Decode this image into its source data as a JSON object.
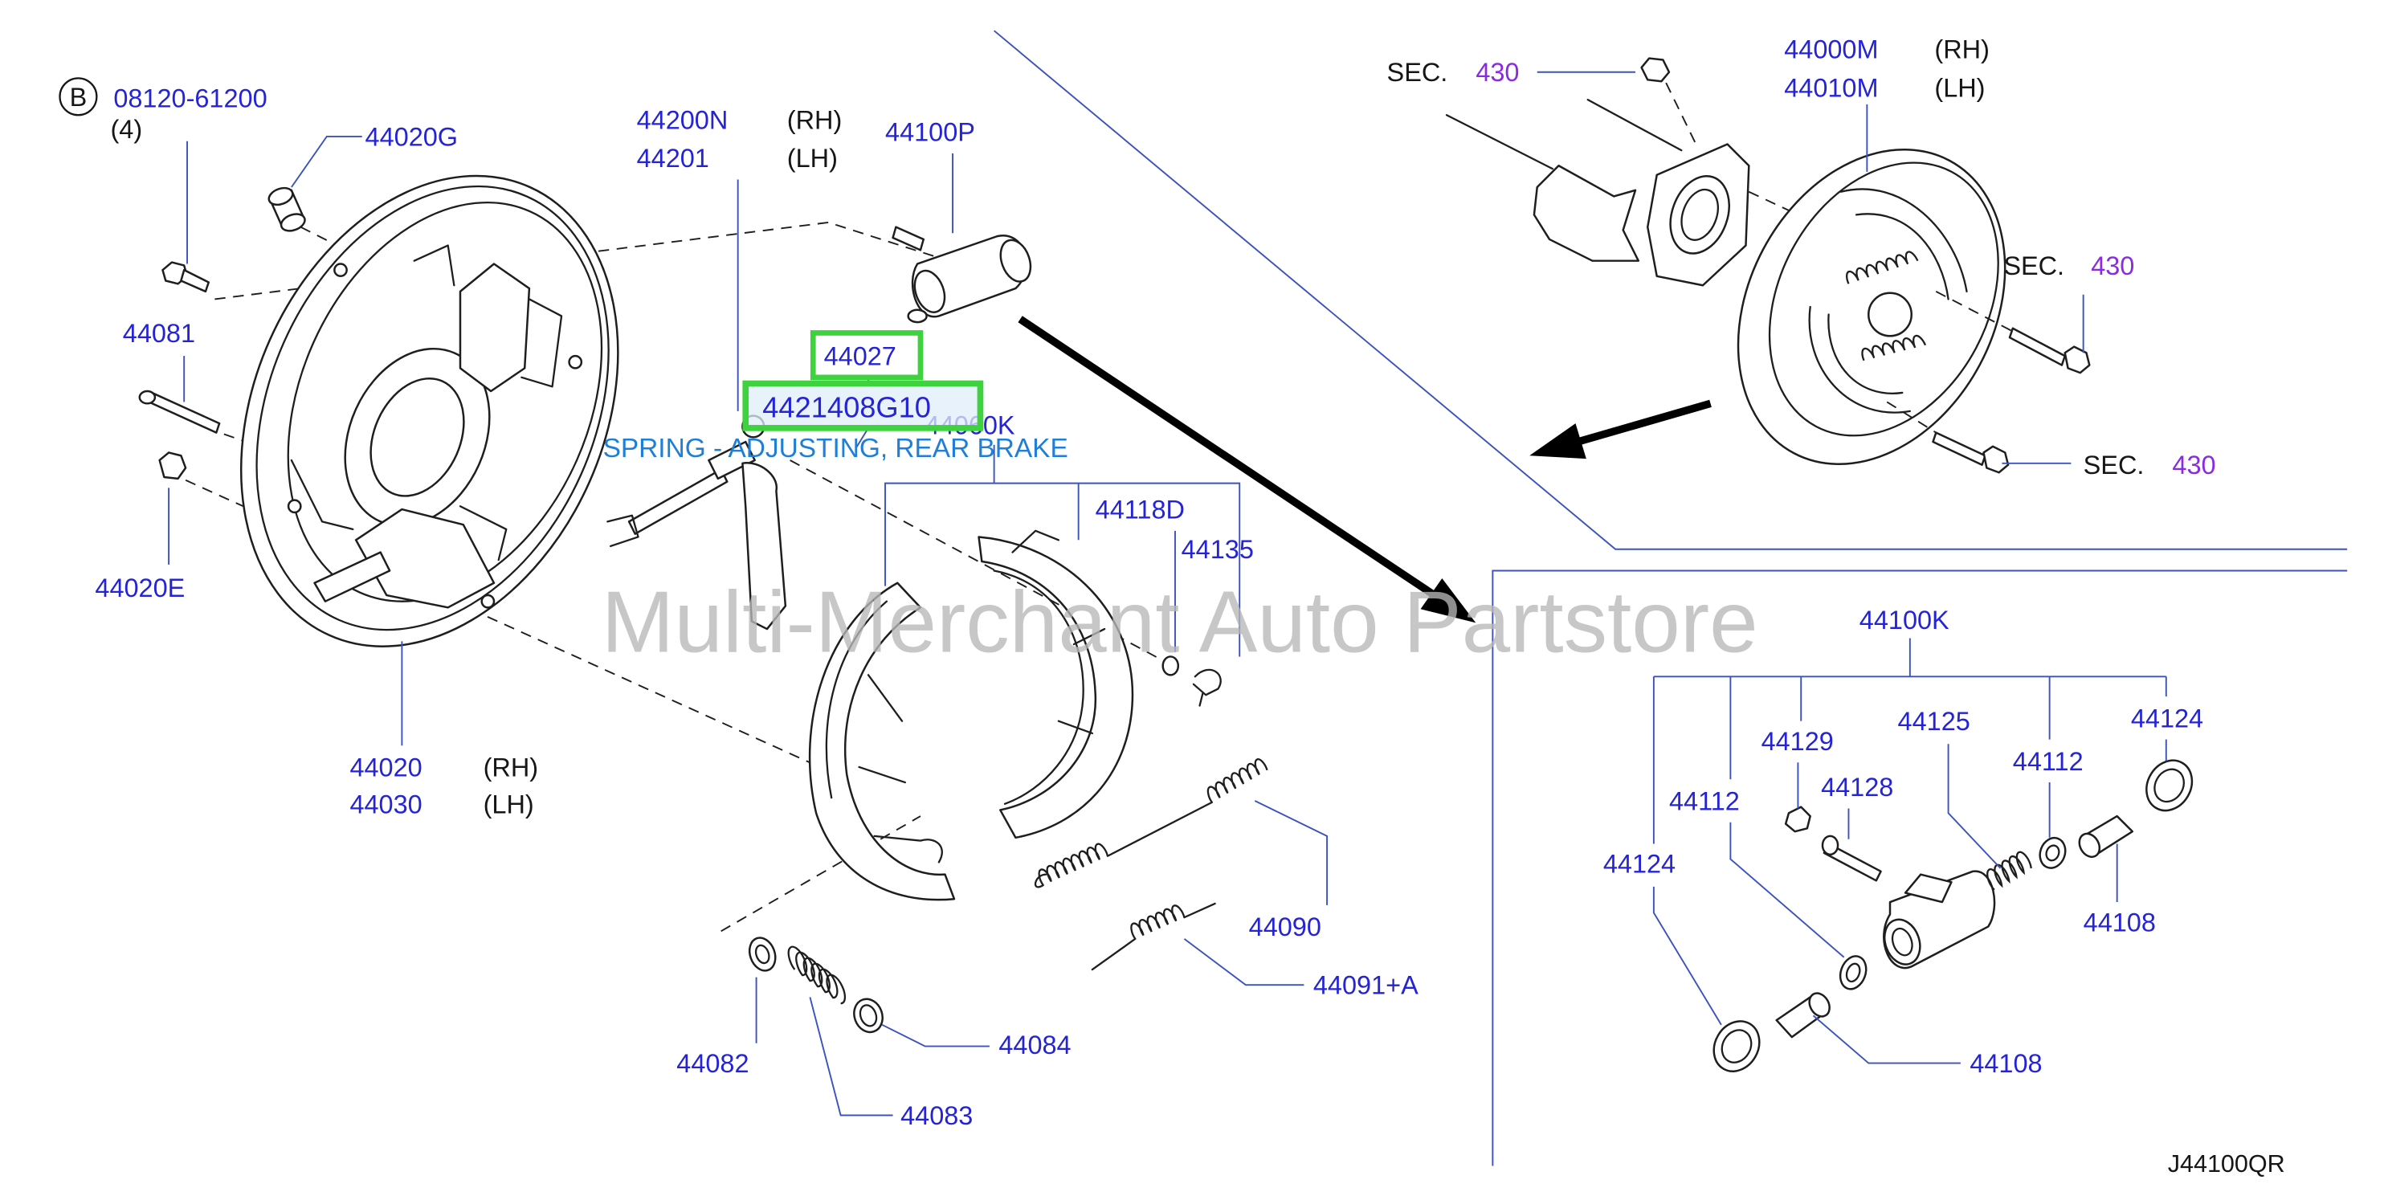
{
  "diagram": {
    "code": "J44100QR",
    "watermark": "Multi-Merchant Auto Partstore"
  },
  "highlight": {
    "part_44027": "44027",
    "selected_part_number": "4421408G10",
    "selected_description": "SPRING - ADJUSTING, REAR BRAKE"
  },
  "callouts": {
    "bolt_badge": "B",
    "bolt_part": "08120-61200",
    "bolt_qty": "(4)",
    "clip": "44020G",
    "adjuster_rh": "44200N",
    "adjuster_rh_side": "(RH)",
    "adjuster_lh": "44201",
    "adjuster_lh_side": "(LH)",
    "wheel_cylinder": "44100P",
    "pin": "44081",
    "nut": "44020E",
    "plate_rh": "44020",
    "plate_rh_side": "(RH)",
    "plate_lh": "44030",
    "plate_lh_side": "(LH)",
    "shoe_set": "44060K",
    "washer": "44118D",
    "clip_retainer": "44135",
    "spring_upper": "44090",
    "spring_lower": "44091+A",
    "cup_lower": "44082",
    "retainer_lower": "44084",
    "spring_hold": "44083"
  },
  "assembly": {
    "sec_top": "SEC.",
    "sec_top_num": "430",
    "rh": "44000M",
    "rh_side": "(RH)",
    "lh": "44010M",
    "lh_side": "(LH)",
    "sec_mid": "SEC.",
    "sec_mid_num": "430",
    "sec_low": "SEC.",
    "sec_low_num": "430"
  },
  "cylinder_kit": {
    "kit": "44100K",
    "bleeder_cap": "44129",
    "spring": "44125",
    "boot_right": "44124",
    "cup_right": "44112",
    "cup_left": "44112",
    "bleeder": "44128",
    "boot_left": "44124",
    "piston_right": "44108",
    "piston_left": "44108"
  },
  "colors": {
    "part_number": "#2424d6",
    "section_number": "#8a2be2",
    "description": "#1f7fd6",
    "highlight_border": "#3fd23f",
    "watermark": "#b8b8b8"
  }
}
